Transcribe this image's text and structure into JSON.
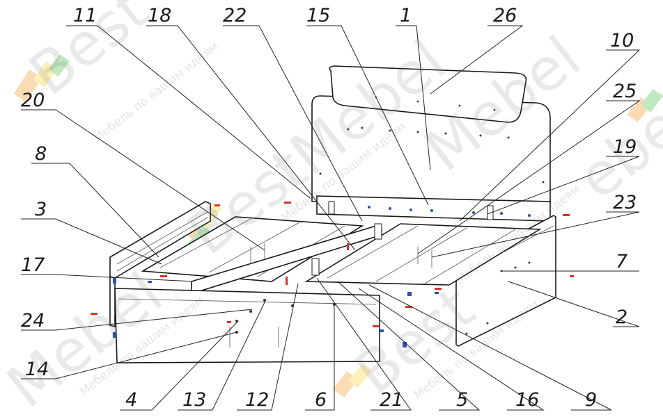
{
  "diagram": {
    "callouts": [
      {
        "id": "c1",
        "label": "1"
      },
      {
        "id": "c2",
        "label": "2"
      },
      {
        "id": "c3",
        "label": "3"
      },
      {
        "id": "c4",
        "label": "4"
      },
      {
        "id": "c5",
        "label": "5"
      },
      {
        "id": "c6",
        "label": "6"
      },
      {
        "id": "c7",
        "label": "7"
      },
      {
        "id": "c8",
        "label": "8"
      },
      {
        "id": "c9",
        "label": "9"
      },
      {
        "id": "c10",
        "label": "10"
      },
      {
        "id": "c11",
        "label": "11"
      },
      {
        "id": "c12",
        "label": "12"
      },
      {
        "id": "c13",
        "label": "13"
      },
      {
        "id": "c14",
        "label": "14"
      },
      {
        "id": "c15",
        "label": "15"
      },
      {
        "id": "c16",
        "label": "16"
      },
      {
        "id": "c17",
        "label": "17"
      },
      {
        "id": "c18",
        "label": "18"
      },
      {
        "id": "c19",
        "label": "19"
      },
      {
        "id": "c20",
        "label": "20"
      },
      {
        "id": "c21",
        "label": "21"
      },
      {
        "id": "c22",
        "label": "22"
      },
      {
        "id": "c23",
        "label": "23"
      },
      {
        "id": "c24",
        "label": "24"
      },
      {
        "id": "c25",
        "label": "25"
      },
      {
        "id": "c26",
        "label": "26"
      }
    ]
  },
  "watermark": {
    "brand": "BestMebel",
    "brand_short": "Best",
    "brand_part": "Mebel",
    "brand_frag": "ebel",
    "slogan": "Мебель по вашим идеям"
  },
  "colors": {
    "line": "#1a1a1a",
    "fastener_red": "#d8322a",
    "fastener_blue": "#2d4fb0",
    "logo_orange": "#f39a2b",
    "logo_yellow": "#f6d23c",
    "logo_green": "#4fbf4a"
  }
}
